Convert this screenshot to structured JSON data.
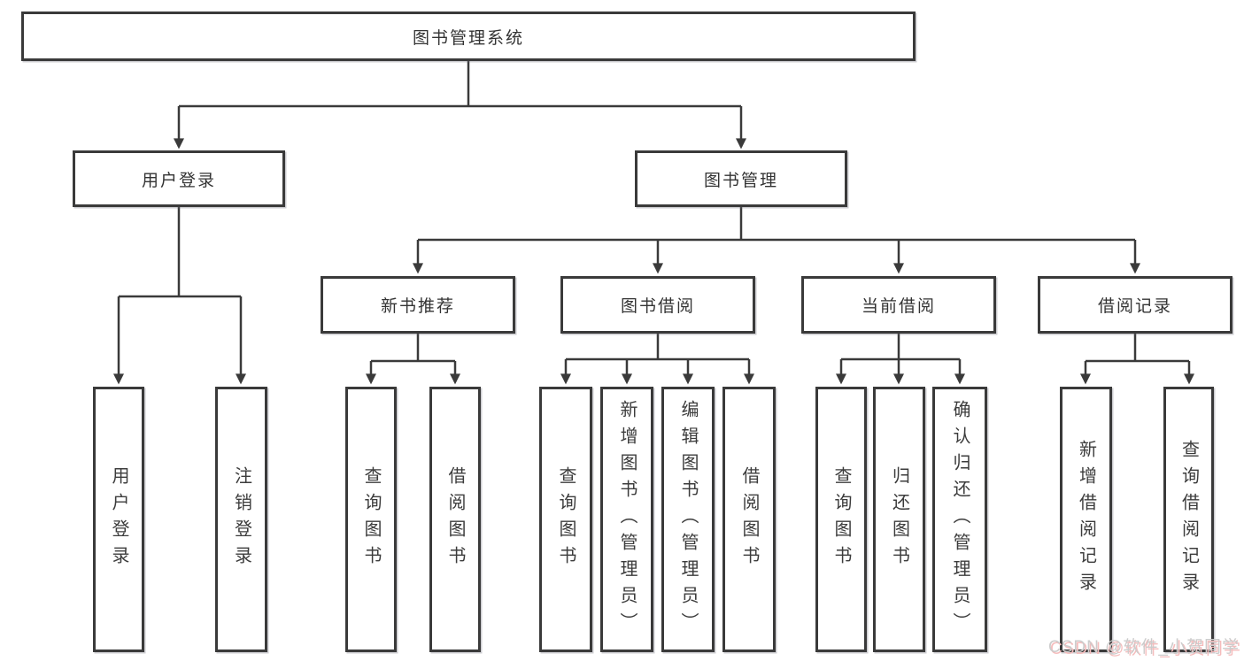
{
  "diagram_type": "hierarchy-tree",
  "tree": {
    "label": "图书管理系统",
    "children": [
      {
        "label": "用户登录",
        "children": [
          {
            "label": "用户登录"
          },
          {
            "label": "注销登录"
          }
        ]
      },
      {
        "label": "图书管理",
        "children": [
          {
            "label": "新书推荐",
            "children": [
              {
                "label": "查询图书"
              },
              {
                "label": "借阅图书"
              }
            ]
          },
          {
            "label": "图书借阅",
            "children": [
              {
                "label": "查询图书"
              },
              {
                "label": "新增图书（管理员）"
              },
              {
                "label": "编辑图书（管理员）"
              },
              {
                "label": "借阅图书"
              }
            ]
          },
          {
            "label": "当前借阅",
            "children": [
              {
                "label": "查询图书"
              },
              {
                "label": "归还图书"
              },
              {
                "label": "确认归还（管理员）"
              }
            ]
          },
          {
            "label": "借阅记录",
            "children": [
              {
                "label": "新增借阅记录"
              },
              {
                "label": "查询借阅记录"
              }
            ]
          }
        ]
      }
    ]
  },
  "watermark": {
    "text": "CSDN @软件_小贺同学"
  },
  "colors": {
    "line": "#3a3a3a",
    "box_border": "#3a3a3a",
    "text": "#333333",
    "background": "#ffffff",
    "watermark": "#cccccc",
    "watermark_shadow": "#f5bcbc"
  }
}
